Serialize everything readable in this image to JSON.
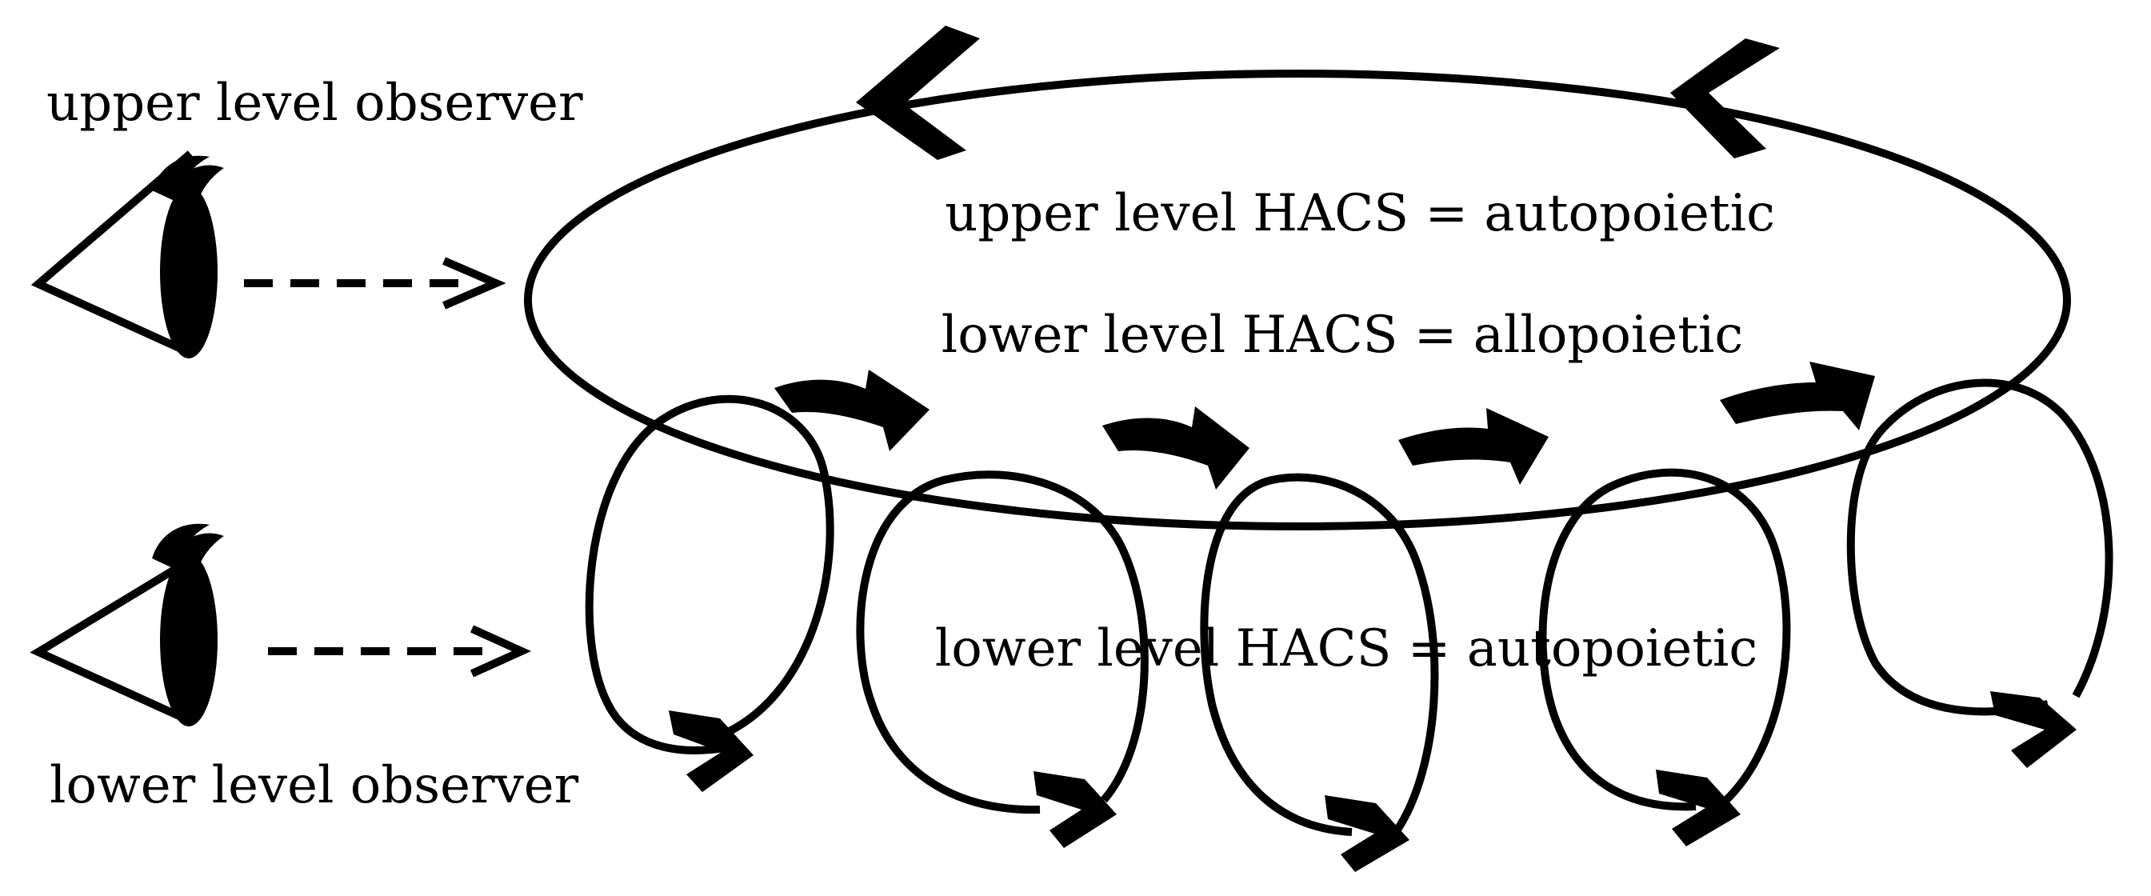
{
  "labels": {
    "upper_observer": "upper level observer",
    "lower_observer": "lower level observer",
    "upper_autopoietic": "upper level HACS = autopoietic",
    "lower_allopoietic": "lower level HACS = allopoietic",
    "lower_autopoietic": "lower level HACS = autopoietic"
  },
  "icons": {
    "upper_eye": "eye-icon",
    "lower_eye": "eye-icon"
  },
  "colors": {
    "ink": "#000000",
    "background": "#ffffff"
  }
}
